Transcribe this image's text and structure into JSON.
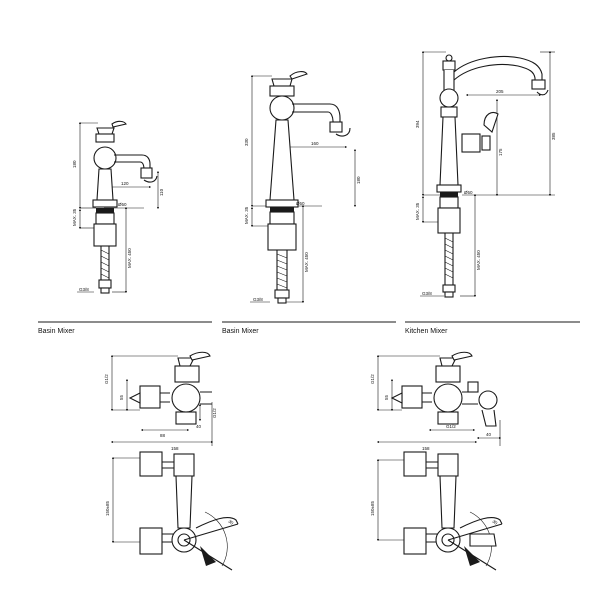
{
  "captions": [
    "Basin Mixer",
    "Basin Mixer",
    "Kitchen Mixer"
  ],
  "panel1": {
    "dims": [
      "180",
      "MAX. 35",
      "MAX. 450",
      "120",
      "Ø50",
      "110",
      "G3/8"
    ]
  },
  "panel2": {
    "dims": [
      "330",
      "MAX. 35",
      "MAX. 450",
      "160",
      "Ø50",
      "180",
      "G3/8"
    ]
  },
  "panel3": {
    "dims": [
      "394",
      "MAX. 35",
      "MAX. 450",
      "205",
      "Ø50",
      "175",
      "385",
      "G3/8"
    ]
  },
  "panel4": {
    "dims": [
      "G1/2",
      "55",
      "G1/2",
      "40",
      "88",
      "158",
      "150±85",
      "30"
    ]
  },
  "panel5": {
    "dims": [
      "G1/2",
      "55",
      "G1/2",
      "158",
      "40",
      "150±85",
      "30"
    ]
  }
}
